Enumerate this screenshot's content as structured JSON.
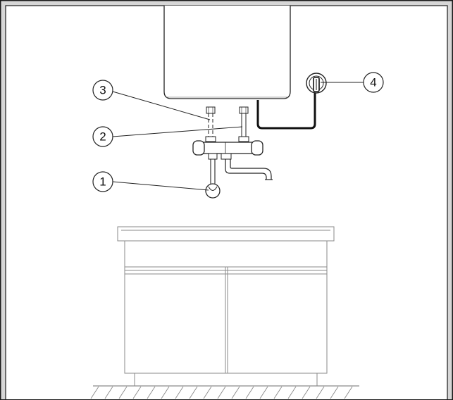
{
  "callouts": [
    {
      "number": "1"
    },
    {
      "number": "2"
    },
    {
      "number": "3"
    },
    {
      "number": "4"
    }
  ],
  "colors": {
    "frame_band": "#d6d6d6",
    "frame_border": "#1a1a1a",
    "line_dark": "#222222",
    "line_light": "#8a8a8a",
    "cable": "#111111"
  }
}
